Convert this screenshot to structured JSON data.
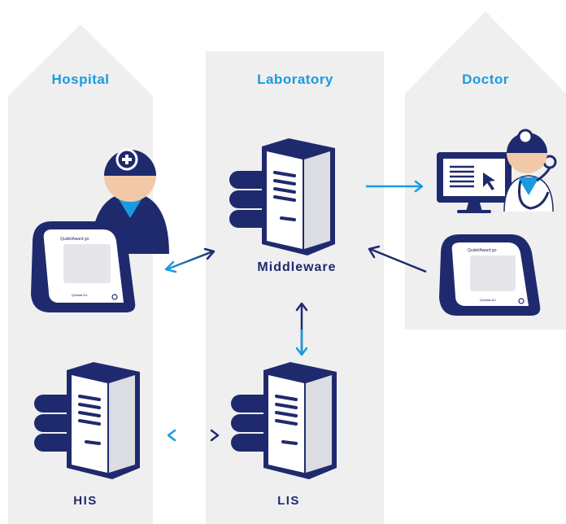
{
  "columns": {
    "hospital": "Hospital",
    "laboratory": "Laboratory",
    "doctor": "Doctor"
  },
  "nodes": {
    "middleware": "Middleware",
    "his": "HIS",
    "lis": "LIS"
  },
  "device": {
    "brand": "QuidelAward go",
    "model": "QIAstat-Dx"
  },
  "colors": {
    "panel": "#efeff0",
    "navy": "#1f2a6e",
    "accent": "#1a9be0",
    "skin": "#f2c9a8",
    "white": "#ffffff"
  }
}
